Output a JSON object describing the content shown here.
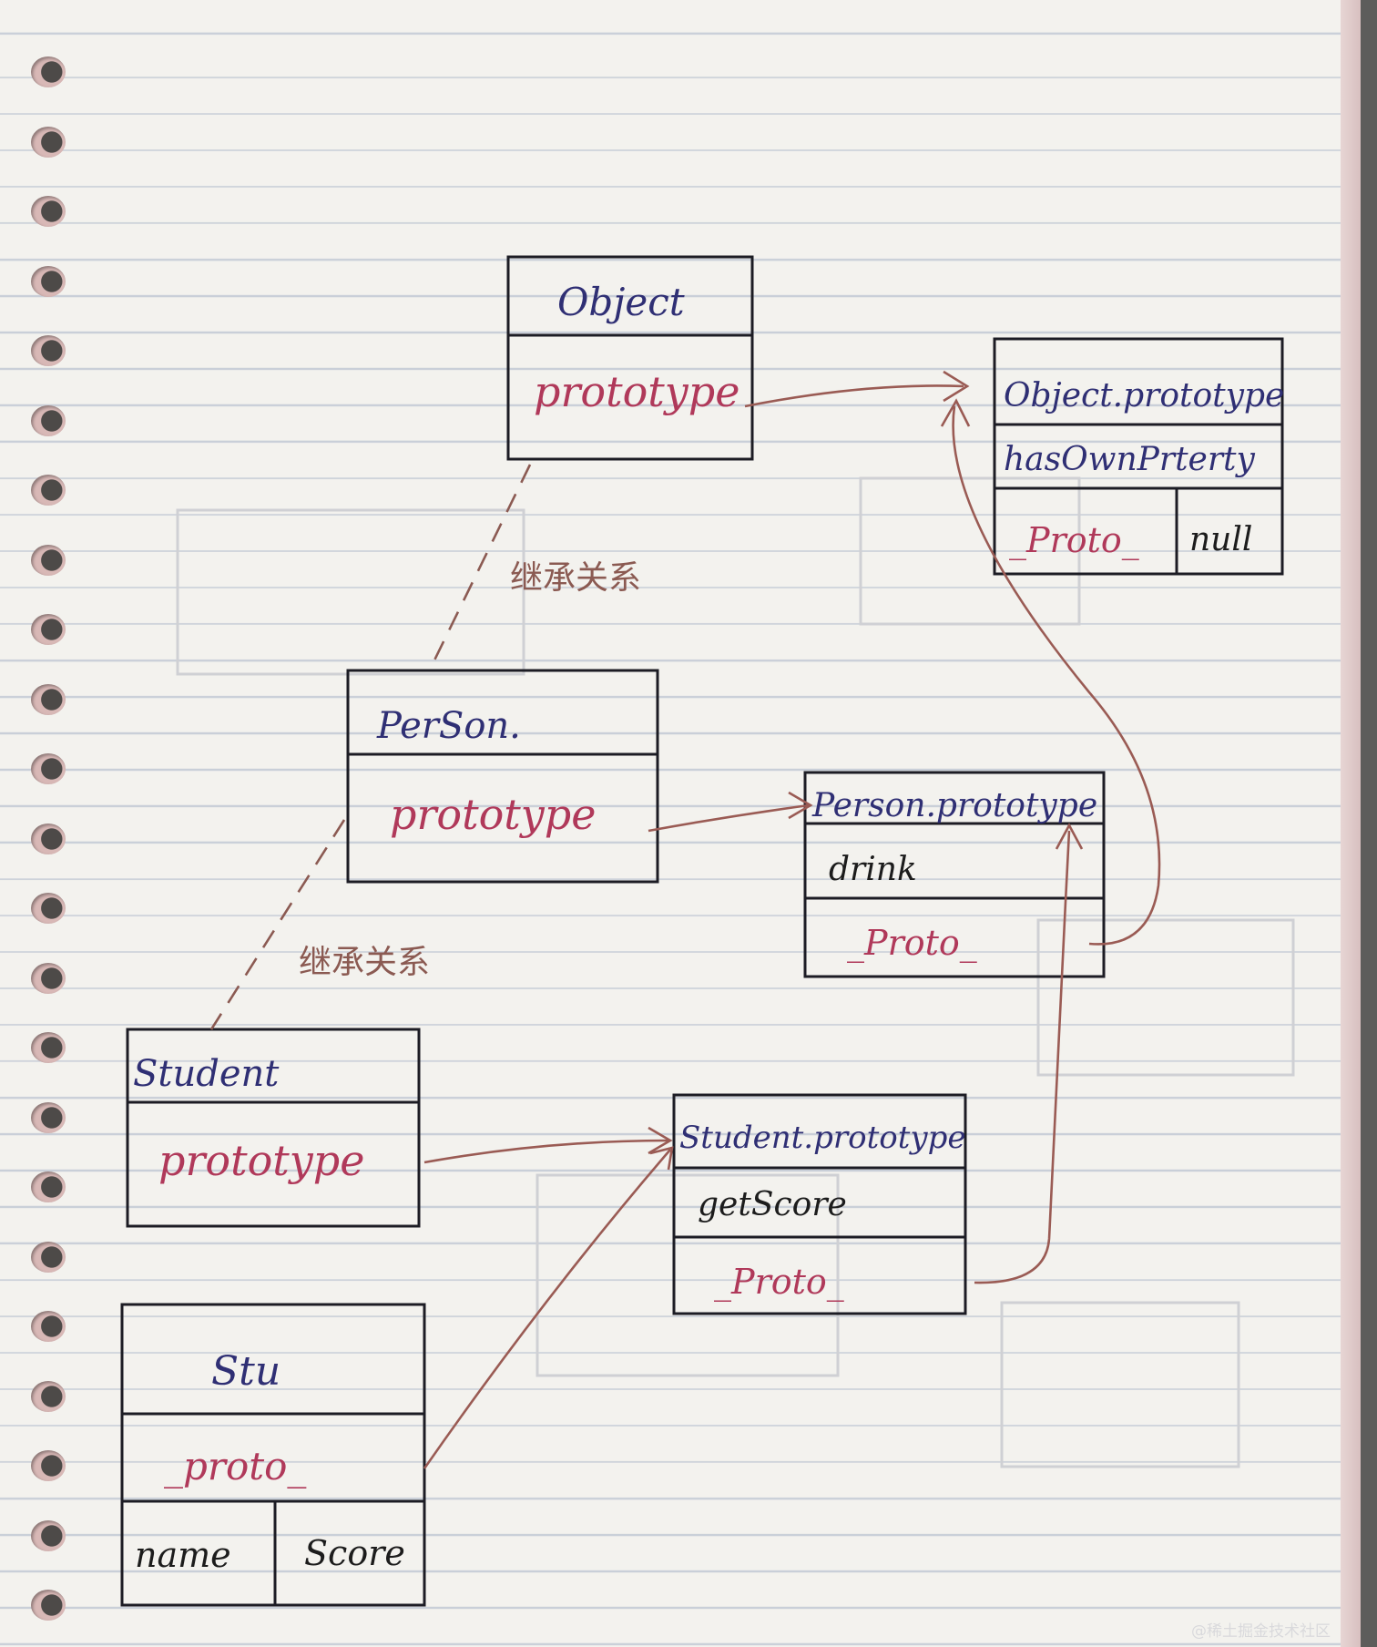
{
  "boxes": {
    "object": {
      "title": "Object",
      "row1": "prototype"
    },
    "object_prototype": {
      "title": "Object.prototype",
      "method": "hasOwnPrterty",
      "proto": "_Proto_",
      "proto_value": "null"
    },
    "person": {
      "title": "PerSon.",
      "row1": "prototype"
    },
    "person_prototype": {
      "title": "Person.prototype",
      "method": "drink",
      "proto": "_Proto_"
    },
    "student": {
      "title": "Student",
      "row1": "prototype"
    },
    "student_prototype": {
      "title": "Student.prototype",
      "method": "getScore",
      "proto": "_Proto_"
    },
    "stu": {
      "title": "Stu",
      "proto": "_proto_",
      "field1": "name",
      "field2": "Score"
    }
  },
  "labels": {
    "inherit_upper": "继承关系",
    "inherit_lower": "继承关系"
  },
  "watermark": "@稀土掘金技术社区",
  "colors": {
    "title_ink": "#2f2f74",
    "prototype_ink": "#b0395a",
    "arrow_ink": "#9a5b54",
    "box_ink": "#1c1c24"
  }
}
